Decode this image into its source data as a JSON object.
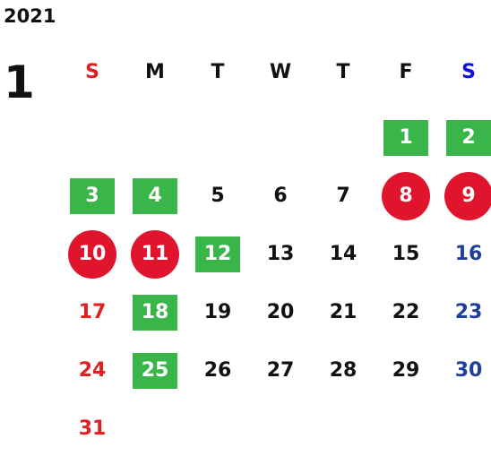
{
  "year": "2021",
  "month": "1",
  "colors": {
    "text": "#111111",
    "sunday": "#e02020",
    "saturday_header": "#1010dd",
    "saturday": "#1f3f9a",
    "square_green": "#39b54a",
    "circle_red": "#e0142d"
  },
  "weekdays": [
    {
      "label": "S",
      "style": "sunday_header"
    },
    {
      "label": "M",
      "style": "normal"
    },
    {
      "label": "T",
      "style": "normal"
    },
    {
      "label": "W",
      "style": "normal"
    },
    {
      "label": "T",
      "style": "normal"
    },
    {
      "label": "F",
      "style": "normal"
    },
    {
      "label": "S",
      "style": "saturday_header"
    }
  ],
  "days": [
    {
      "day": "1",
      "col": 5,
      "row": 0,
      "marker": "square"
    },
    {
      "day": "2",
      "col": 6,
      "row": 0,
      "marker": "square"
    },
    {
      "day": "3",
      "col": 0,
      "row": 1,
      "marker": "square"
    },
    {
      "day": "4",
      "col": 1,
      "row": 1,
      "marker": "square"
    },
    {
      "day": "5",
      "col": 2,
      "row": 1,
      "marker": "none"
    },
    {
      "day": "6",
      "col": 3,
      "row": 1,
      "marker": "none"
    },
    {
      "day": "7",
      "col": 4,
      "row": 1,
      "marker": "none"
    },
    {
      "day": "8",
      "col": 5,
      "row": 1,
      "marker": "circle"
    },
    {
      "day": "9",
      "col": 6,
      "row": 1,
      "marker": "circle"
    },
    {
      "day": "10",
      "col": 0,
      "row": 2,
      "marker": "circle"
    },
    {
      "day": "11",
      "col": 1,
      "row": 2,
      "marker": "circle"
    },
    {
      "day": "12",
      "col": 2,
      "row": 2,
      "marker": "square"
    },
    {
      "day": "13",
      "col": 3,
      "row": 2,
      "marker": "none"
    },
    {
      "day": "14",
      "col": 4,
      "row": 2,
      "marker": "none"
    },
    {
      "day": "15",
      "col": 5,
      "row": 2,
      "marker": "none"
    },
    {
      "day": "16",
      "col": 6,
      "row": 2,
      "marker": "none"
    },
    {
      "day": "17",
      "col": 0,
      "row": 3,
      "marker": "none"
    },
    {
      "day": "18",
      "col": 1,
      "row": 3,
      "marker": "square"
    },
    {
      "day": "19",
      "col": 2,
      "row": 3,
      "marker": "none"
    },
    {
      "day": "20",
      "col": 3,
      "row": 3,
      "marker": "none"
    },
    {
      "day": "21",
      "col": 4,
      "row": 3,
      "marker": "none"
    },
    {
      "day": "22",
      "col": 5,
      "row": 3,
      "marker": "none"
    },
    {
      "day": "23",
      "col": 6,
      "row": 3,
      "marker": "none"
    },
    {
      "day": "24",
      "col": 0,
      "row": 4,
      "marker": "none"
    },
    {
      "day": "25",
      "col": 1,
      "row": 4,
      "marker": "square"
    },
    {
      "day": "26",
      "col": 2,
      "row": 4,
      "marker": "none"
    },
    {
      "day": "27",
      "col": 3,
      "row": 4,
      "marker": "none"
    },
    {
      "day": "28",
      "col": 4,
      "row": 4,
      "marker": "none"
    },
    {
      "day": "29",
      "col": 5,
      "row": 4,
      "marker": "none"
    },
    {
      "day": "30",
      "col": 6,
      "row": 4,
      "marker": "none"
    },
    {
      "day": "31",
      "col": 0,
      "row": 5,
      "marker": "none"
    }
  ]
}
